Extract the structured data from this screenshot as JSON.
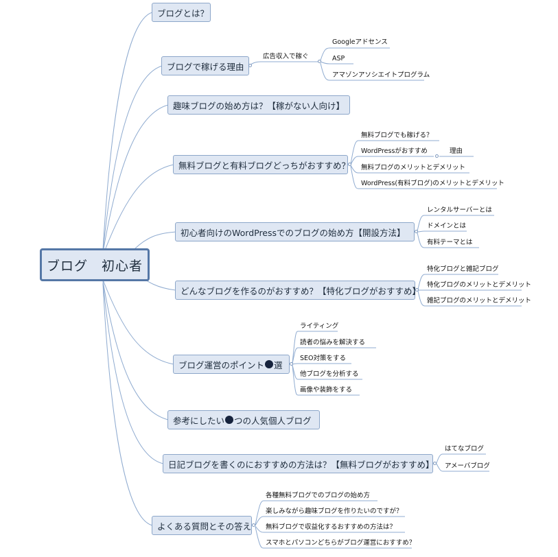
{
  "root": {
    "label": "ブログ　初心者"
  },
  "branches": [
    {
      "label": "ブログとは？",
      "children": []
    },
    {
      "label": "ブログで稼げる理由",
      "children": [
        {
          "label": "広告収入で稼ぐ",
          "children": [
            "Googleアドセンス",
            "ASP",
            "アマゾンアソシエイトプログラム"
          ]
        }
      ]
    },
    {
      "label": "趣味ブログの始め方は？【稼がない人向け】",
      "children": []
    },
    {
      "label": "無料ブログと有料ブログどっちがおすすめ？",
      "children": [
        {
          "label": "無料ブログでも稼げる？",
          "children": []
        },
        {
          "label": "WordPressがおすすめ",
          "children": [
            "理由"
          ]
        },
        {
          "label": "無料ブログのメリットとデメリット",
          "children": []
        },
        {
          "label": "WordPress(有料ブログ)のメリットとデメリット",
          "children": []
        }
      ]
    },
    {
      "label": "初心者向けのWordPressでのブログの始め方【開設方法】",
      "children": [
        {
          "label": "レンタルサーバーとは",
          "children": []
        },
        {
          "label": "ドメインとは",
          "children": []
        },
        {
          "label": "有料テーマとは",
          "children": []
        }
      ]
    },
    {
      "label": "どんなブログを作るのがおすすめ？【特化ブログがおすすめ】",
      "children": [
        {
          "label": "特化ブログと雑記ブログ",
          "children": []
        },
        {
          "label": "特化ブログのメリットとデメリット",
          "children": []
        },
        {
          "label": "雑記ブログのメリットとデメリット",
          "children": []
        }
      ]
    },
    {
      "label_parts": [
        "ブログ運営のポイント",
        "選"
      ],
      "children": [
        {
          "label": "ライティング",
          "children": []
        },
        {
          "label": "読者の悩みを解決する",
          "children": []
        },
        {
          "label": "SEO対策をする",
          "children": []
        },
        {
          "label": "他ブログを分析する",
          "children": []
        },
        {
          "label": "画像や装飾をする",
          "children": []
        }
      ]
    },
    {
      "label_parts": [
        "参考にしたい",
        "つの人気個人ブログ"
      ],
      "children": []
    },
    {
      "label": "日記ブログを書くのにおすすめの方法は？【無料ブログがおすすめ】",
      "children": [
        {
          "label": "はてなブログ",
          "children": []
        },
        {
          "label": "アメーバブログ",
          "children": []
        }
      ]
    },
    {
      "label": "よくある質問とその答え",
      "children": [
        {
          "label": "各種無料ブログでのブログの始め方",
          "children": []
        },
        {
          "label": "楽しみながら趣味ブログを作りたいのですが？",
          "children": []
        },
        {
          "label": "無料ブログで収益化するおすすめの方法は？",
          "children": []
        },
        {
          "label": "スマホとパソコンどちらがブログ運営におすすめ？",
          "children": []
        }
      ]
    }
  ]
}
